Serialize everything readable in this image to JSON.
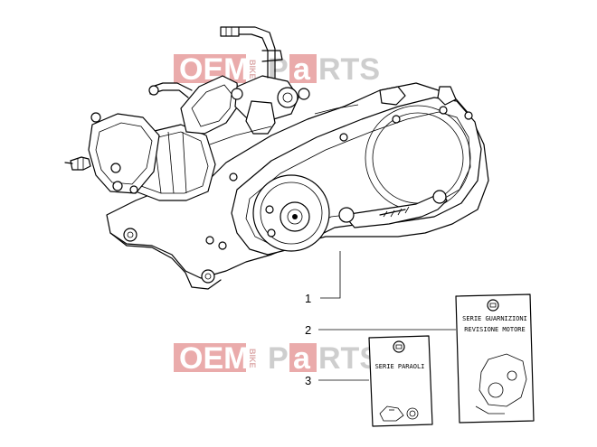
{
  "watermark": {
    "oem": "OEM",
    "bike": "BIKE",
    "p": "P",
    "a": "a",
    "rts": "RTS",
    "colors": {
      "red": "#e8a3a3",
      "gray": "#cfcfcf"
    }
  },
  "callouts": [
    {
      "number": "1"
    },
    {
      "number": "2"
    },
    {
      "number": "3"
    }
  ],
  "kits": {
    "gasket_set_line1": "SERIE GUARNIZIONI",
    "gasket_set_line2": "REVISIONE MOTORE",
    "oil_seal_set": "SERIE  PARAOLI"
  }
}
